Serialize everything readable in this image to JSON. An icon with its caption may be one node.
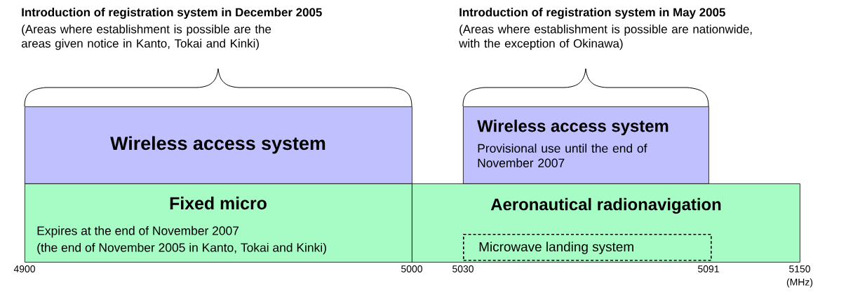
{
  "diagram": {
    "nodes": [
      {
        "text": [
          "Wireless access system"
        ]
      },
      {
        "text": [
          "Wireless access system",
          "Provisional use until the end of November 2007"
        ]
      },
      {
        "text": [
          "Fixed micro",
          "Expires at the end of November 2007",
          "(the end of November 2005 in Kanto, Tokai and Kinki)"
        ]
      },
      {
        "text": [
          "Aeronautical radionavigation"
        ]
      },
      {
        "text": [
          "Microwave landing system"
        ],
        "in": 3
      }
    ],
    "labels": [
      "Introduction of registration system  in December 2005",
      "(Areas where establishment is possible are the areas given notice in Kanto, Tokai and Kinki)",
      "Introduction of registration system in May 2005",
      "(Areas where establishment is possible are nationwide, with the exception of Okinawa)",
      "4900",
      "5000",
      "5030",
      "5091",
      "5150",
      "(MHz)"
    ]
  }
}
